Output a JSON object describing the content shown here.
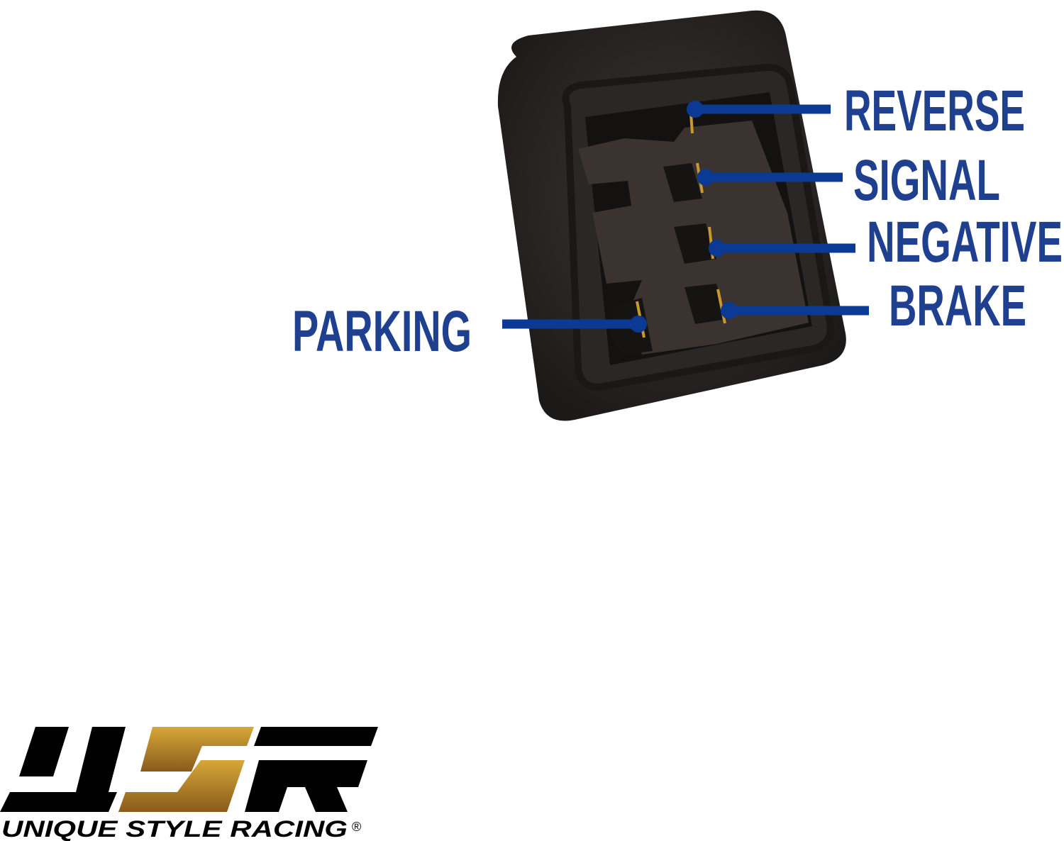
{
  "diagram": {
    "title": "Connector pinout",
    "pins": [
      {
        "label": "REVERSE"
      },
      {
        "label": "SIGNAL"
      },
      {
        "label": "NEGATIVE"
      },
      {
        "label": "BRAKE"
      },
      {
        "label": "PARKING"
      }
    ],
    "label_color": "#1f3f8f",
    "line_color": "#0b3a94"
  },
  "logo": {
    "mark": "USR",
    "name": "UNIQUE STYLE RACING",
    "registered": "®",
    "gold": "#b98a2a"
  }
}
